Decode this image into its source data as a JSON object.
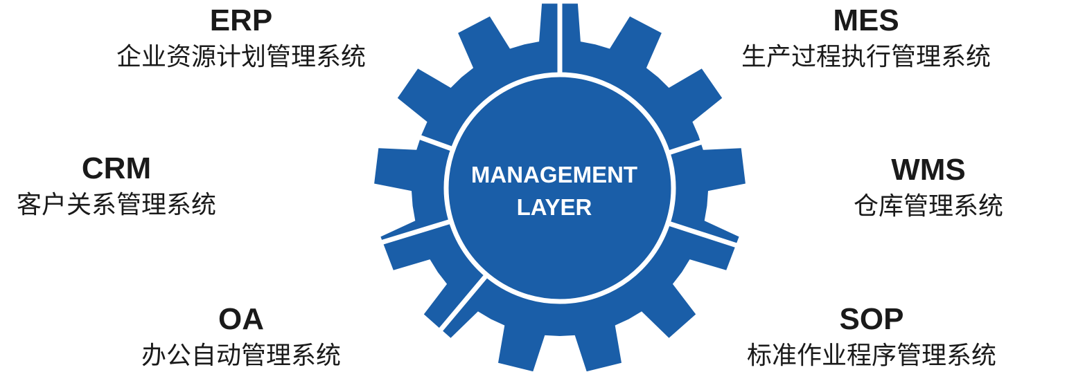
{
  "diagram": {
    "center_label": [
      "MANAGEMENT",
      "LAYER"
    ],
    "accent_color": "#1a5ea8",
    "systems": {
      "erp": {
        "abbr": "ERP",
        "name": "企业资源计划管理系统"
      },
      "mes": {
        "abbr": "MES",
        "name": "生产过程执行管理系统"
      },
      "crm": {
        "abbr": "CRM",
        "name": "客户关系管理系统"
      },
      "wms": {
        "abbr": "WMS",
        "name": "仓库管理系统"
      },
      "oa": {
        "abbr": "OA",
        "name": "办公自动管理系统"
      },
      "sop": {
        "abbr": "SOP",
        "name": "标准作业程序管理系统"
      }
    }
  }
}
